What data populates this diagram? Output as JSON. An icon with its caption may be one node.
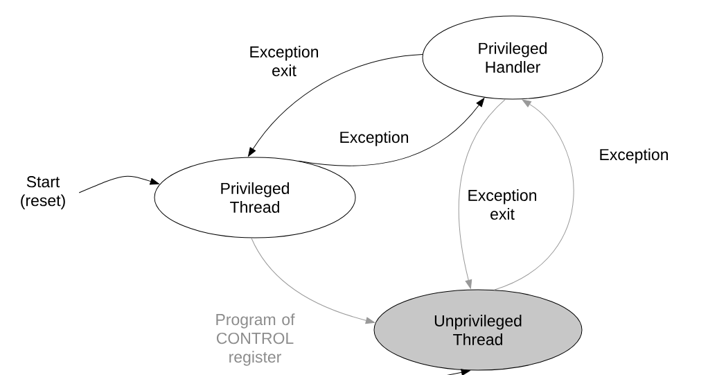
{
  "diagram": {
    "nodes": [
      {
        "text": [
          "Start (reset)"
        ]
      },
      {
        "text": [
          "Privileged Thread"
        ]
      },
      {
        "text": [
          "Privileged Handler"
        ]
      },
      {
        "text": [
          "Unprivileged Thread"
        ]
      }
    ],
    "edges": [
      {
        "from": 0,
        "to": 1,
        "arrow": "to"
      },
      {
        "from": 2,
        "to": 1,
        "arrow": "to",
        "label": "Exception exit"
      },
      {
        "from": 1,
        "to": 2,
        "arrow": "to",
        "label": "Exception"
      },
      {
        "from": 1,
        "to": 3,
        "arrow": "to",
        "label": "Program of CONTROL register",
        "color": "#999999"
      },
      {
        "from": 2,
        "to": 3,
        "arrow": "to",
        "label": "Exception exit",
        "color": "#999999"
      },
      {
        "from": 3,
        "to": 2,
        "arrow": "to",
        "label": "Exception",
        "color": "#999999"
      },
      {
        "from": null,
        "to": 3,
        "arrow": "to"
      }
    ]
  }
}
